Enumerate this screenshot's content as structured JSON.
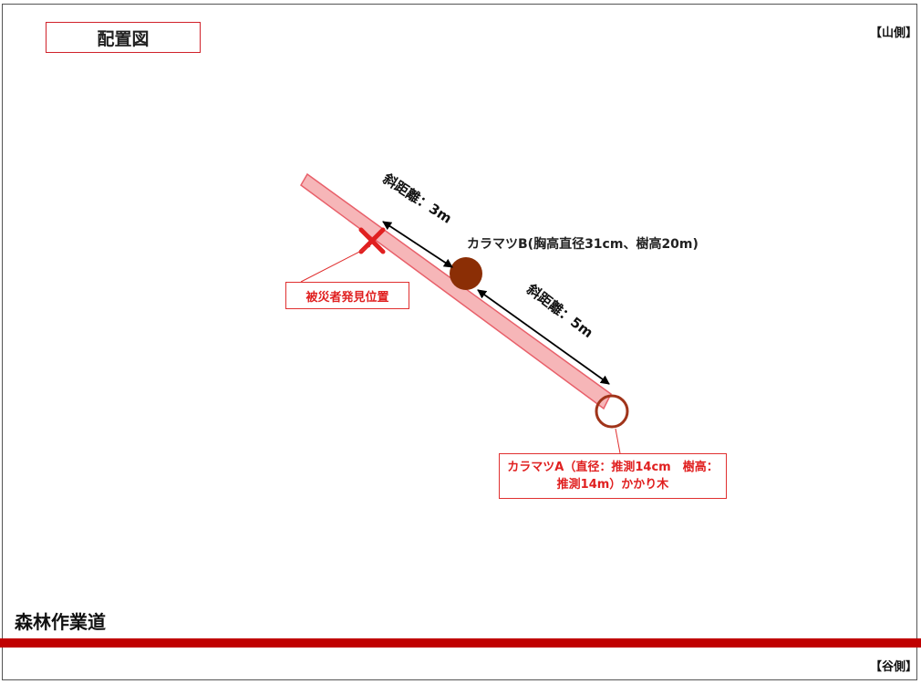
{
  "title": "配置図",
  "mountain_side_label": "【山側】",
  "valley_side_label": "【谷側】",
  "road_label": "森林作業道",
  "distance_upper": "斜距離：3m",
  "distance_lower": "斜距離：5m",
  "tree_b_label": "カラマツB(胸高直径31cm、樹高20m)",
  "victim_label": "被災者発見位置",
  "tree_a_label_line1": "カラマツA（直径：推測14cm　樹高：",
  "tree_a_label_line2": "推測14m）かかり木",
  "colors": {
    "accent_red": "#e02020",
    "trunk_fill": "#f6b6b8",
    "trunk_stroke": "#e8606a",
    "tree_b": "#8b2e05",
    "tree_a_outline": "#a0341a",
    "road": "#c00000"
  }
}
